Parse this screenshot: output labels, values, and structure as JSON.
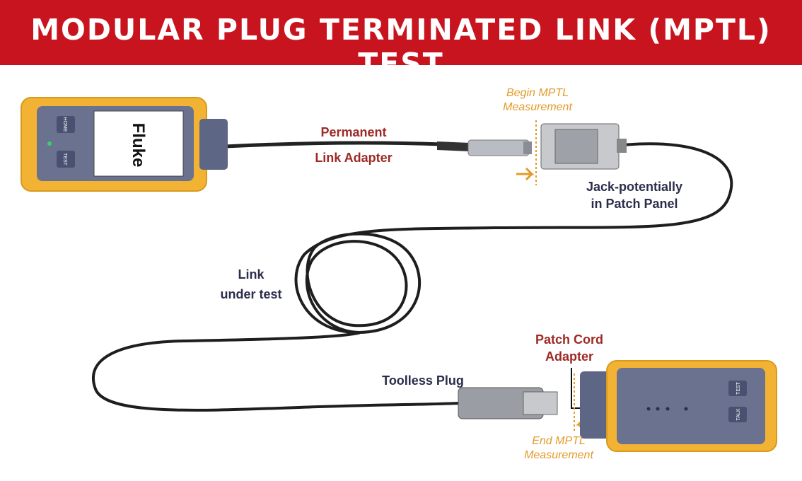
{
  "title": "MODULAR PLUG TERMINATED LINK (MPTL) TEST",
  "colors": {
    "banner": "#c8141e",
    "device_yellow": "#f2b233",
    "device_panel": "#6a7290",
    "label_red": "#9c2a26",
    "label_navy": "#2b2d4a",
    "accent_orange": "#e39a2a"
  },
  "main_unit": {
    "screen_text": "Fluke",
    "button_top": "HOME",
    "button_bottom": "TEST"
  },
  "labels": {
    "permanent_line1": "Permanent",
    "permanent_line2": "Link Adapter",
    "begin_line1": "Begin MPTL",
    "begin_line2": "Measurement",
    "jack_line1": "Jack-potentially",
    "jack_line2": "in Patch Panel",
    "link_line1": "Link",
    "link_line2": "under test",
    "toolless": "Toolless Plug",
    "patch_line1": "Patch Cord",
    "patch_line2": "Adapter",
    "end_line1": "End MPTL",
    "end_line2": "Measurement"
  },
  "remote_unit": {
    "button_top": "TEST",
    "button_bottom": "TALK"
  }
}
